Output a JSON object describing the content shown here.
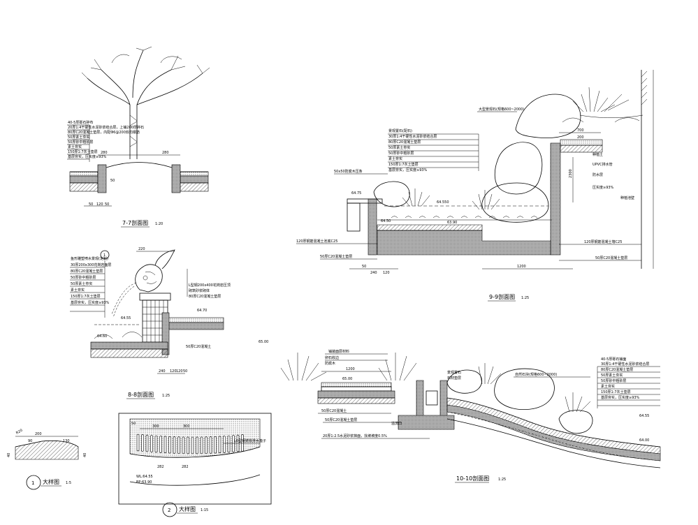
{
  "section_7_7": {
    "title": "7-7剖面图",
    "scale": "1:20",
    "notes": [
      "40-5厚砾石碎布",
      "20厚1:4干硬性水泥砂浆结合层，上铺200厚碎石",
      "80厚C20混凝土垫层，内配Φ6@200双向钢筋",
      "50厚素土夯实",
      "50厚砂中粗砂层",
      "素土夯实",
      "150厚1:7灰土垫层",
      "基层夯实，压实度≥93%"
    ],
    "dims": [
      "280",
      "280",
      "50",
      "50",
      "120",
      "50"
    ]
  },
  "section_8_8": {
    "title": "8-8剖面图",
    "scale": "1:25",
    "marker": "1",
    "notes": [
      "鱼形雕塑喷水景观(定制)",
      "30厚200x300花岗岩面层",
      "80厚C20混凝土垫层",
      "50厚砂中粗砂层",
      "50厚素土夯实",
      "素土夯实",
      "150厚1:7灰土垫层",
      "基层夯实，压实度≥93%"
    ],
    "right_notes": [
      "L型钢200x400花岗岩压顶",
      "砌筑砂浆砌体",
      "80厚C20混凝土垫层",
      "50厚C20混凝土"
    ],
    "levels": [
      "64.55",
      "64.70",
      "65.00",
      "64.60"
    ],
    "dims": [
      "220",
      "240",
      "120",
      "120",
      "50"
    ]
  },
  "section_9_9": {
    "title": "9-9剖面图",
    "scale": "1:25",
    "notes": [
      "景观置石(配石)",
      "30厚1:4干硬性水泥砂浆结合层",
      "80厚C20混凝土垫层",
      "50厚素土夯实",
      "50厚砂中粗砂层",
      "素土夯实",
      "150厚1:7灰土垫层",
      "基层夯实，压实度≥93%"
    ],
    "top_label": "大型景观石",
    "top_dims": "(规格600~2000)",
    "left_label": "50x50防腐木压条",
    "bottom_notes": [
      "120厚钢筋混凝土池底C25",
      "50厚C20混凝土垫层"
    ],
    "right_notes": [
      "种植土",
      "UPVC排水管",
      "防水层",
      "压实度≥93%",
      "种植池壁"
    ],
    "levels": [
      "64.75",
      "64.550",
      "64.50",
      "63.90"
    ],
    "dims": [
      "700",
      "200",
      "1200",
      "2300",
      "240",
      "50",
      "120"
    ],
    "bottom_right_note": "50厚C20混凝土垫层",
    "mid_note": "120厚钢筋混凝土墙C25"
  },
  "section_10_10": {
    "title": "10-10剖面图",
    "scale": "1:25",
    "left_notes": [
      "铺装面层材料",
      "卵石收边",
      "防腐木",
      "50厚C20混凝土"
    ],
    "left_dims": [
      "1200"
    ],
    "left_level": "65.00",
    "mid_notes": [
      "景观置石",
      "石材垫层",
      "溢流口"
    ],
    "top_label": "自然石块(规格600~2000)",
    "right_notes": [
      "40-5厚砾石铺面",
      "30厚1:4干硬性水泥砂浆结合层",
      "80厚C20混凝土垫层",
      "50厚素土夯实",
      "50厚砂中粗砂层",
      "素土夯实",
      "150厚1:7灰土垫层",
      "基层夯实，压实度≥93%"
    ],
    "levels": [
      "64.55",
      "64.00"
    ],
    "bottom_notes": [
      "20厚1:2.5水泥砂浆抹面",
      "50厚C20混凝土垫层"
    ],
    "bottom_note2": "20厚1:2.5水泥砂浆抹面，找坡坡度0.5%"
  },
  "detail_1": {
    "marker": "1",
    "title": "大样图",
    "scale": "1:5",
    "dims": [
      "200",
      "90",
      "130",
      "40",
      "40",
      "R20"
    ]
  },
  "detail_2": {
    "marker": "2",
    "title": "大样图",
    "scale": "1:15",
    "dims": [
      "50",
      "300",
      "300",
      "282",
      "282"
    ],
    "label": "L0型钢铸铁排水篦子",
    "levels": [
      "WL:64.55",
      "BP:63.90"
    ]
  }
}
